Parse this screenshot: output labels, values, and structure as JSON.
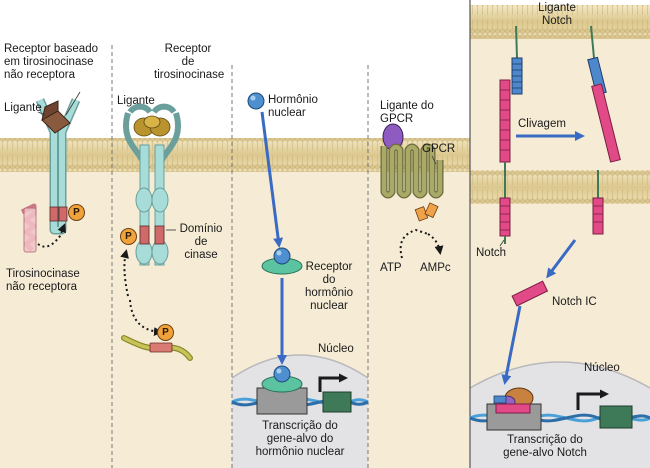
{
  "panel1": {
    "receptor_title": [
      "Receptor baseado",
      "em tirosinocinase",
      "não receptora"
    ],
    "ligand": "Ligante",
    "kinase_label": [
      "Tirosinocinase",
      "não receptora"
    ],
    "phospho": "P"
  },
  "panel2": {
    "receptor_title": [
      "Receptor",
      "de",
      "tirosinocinase"
    ],
    "ligand": "Ligante",
    "domain_label": [
      "Domínio",
      "de",
      "cinase"
    ],
    "phospho_a": "P",
    "phospho_b": "P"
  },
  "panel3": {
    "hormone": [
      "Hormônio",
      "nuclear"
    ],
    "receptor": [
      "Receptor",
      "do",
      "hormônio",
      "nuclear"
    ],
    "nucleus": "Núcleo",
    "transcription": [
      "Transcrição do",
      "gene-alvo do",
      "hormônio nuclear"
    ]
  },
  "panel4": {
    "ligand": [
      "Ligante do",
      "GPCR"
    ],
    "gpcr": "GPCR",
    "atp": "ATP",
    "camp": "AMPc"
  },
  "panel5": {
    "ligand": [
      "Ligante",
      "Notch"
    ],
    "cleavage": "Clivagem",
    "notch": "Notch",
    "notch_ic": "Notch IC",
    "nucleus": "Núcleo",
    "transcription": [
      "Transcrição do",
      "gene-alvo Notch"
    ]
  },
  "colors": {
    "membrane": "#e9d8a9",
    "cytoplasm": "#f6ecd6",
    "nucleus": "#e3e3e5",
    "arrow_blue": "#3a6bc4",
    "receptor_teal": "#8ccdc9",
    "notch_pink": "#e14a86",
    "notch_blue": "#4d88cc",
    "phospho_orange": "#f2a23a",
    "gpcr_orange": "#f0a24a",
    "ligand_purple": "#8e5cc0",
    "ligand_brown": "#7a4a32",
    "dna_blue": "#4aa0d8"
  }
}
